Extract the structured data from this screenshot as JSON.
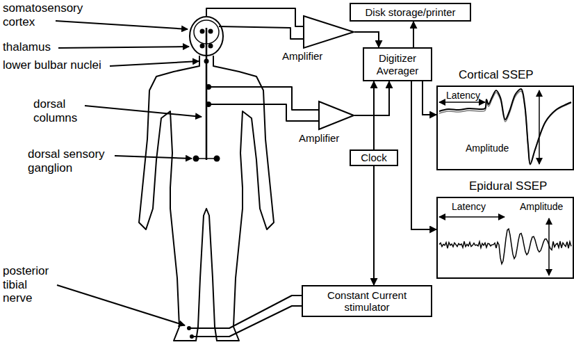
{
  "diagram": {
    "nodes": [
      {
        "text": [
          "Disk storage/printer"
        ]
      },
      {
        "text": [
          "Amplifier"
        ]
      },
      {
        "text": [
          "Digitizer Averager"
        ]
      },
      {
        "text": [
          "Cortical SSEP",
          "Latency",
          "Amplitude"
        ]
      },
      {
        "text": [
          "Amplifier"
        ]
      },
      {
        "text": [
          "Clock"
        ]
      },
      {
        "text": [
          "Epidural SSEP",
          "Latency",
          "Amplitude"
        ]
      },
      {
        "text": [
          "Constant Current stimulator"
        ]
      }
    ],
    "edges": [
      {
        "from": 1,
        "to": 2,
        "arrow": "to"
      },
      {
        "from": 2,
        "to": 0,
        "arrow": "to"
      },
      {
        "from": 2,
        "to": 3,
        "arrow": "to"
      },
      {
        "from": 4,
        "to": 2,
        "arrow": "to"
      },
      {
        "from": 2,
        "to": 6,
        "arrow": "to"
      },
      {
        "from": 5,
        "to": 2,
        "arrow": "to"
      },
      {
        "from": 5,
        "to": 7,
        "arrow": "to"
      }
    ],
    "labels": [
      "somatosensory cortex",
      "thalamus",
      "lower bulbar nuclei",
      "dorsal columns",
      "dorsal sensory ganglion",
      "posterior tibial nerve"
    ]
  }
}
